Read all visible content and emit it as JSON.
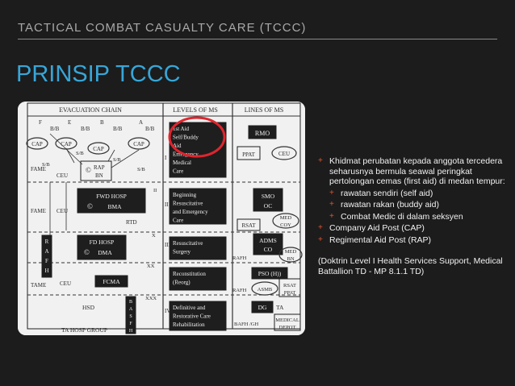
{
  "header": {
    "label": "TACTICAL COMBAT CASUALTY CARE (TCCC)"
  },
  "slide": {
    "title": "PRINSIP TCCC"
  },
  "figure": {
    "col_headers": [
      "EVACUATION CHAIN",
      "LEVELS OF MS",
      "LINES OF MS"
    ],
    "roman": [
      "I",
      "II",
      "III",
      "IV"
    ],
    "roman_right": [
      "II",
      "X",
      "XX",
      "XXX"
    ],
    "top_letters": [
      "F",
      "E",
      "B",
      "A"
    ],
    "bb": [
      "B/B",
      "B/B",
      "B/B",
      "B/B"
    ],
    "sb": [
      "S/B",
      "S/B",
      "S/B",
      "S/B"
    ],
    "cap": [
      "CAP",
      "CAP",
      "CAP",
      "CAP"
    ],
    "rap": [
      "RAP",
      "BN"
    ],
    "copy": "©",
    "fame": "FAME",
    "tame": "TAME",
    "ceu": "CEU",
    "rtd": "RTD",
    "fwd_hosp": [
      "FWD HOSP",
      "BMA"
    ],
    "fd_hosp": [
      "FD HOSP",
      "DMA"
    ],
    "rafh_v": [
      "R",
      "A",
      "F",
      "H"
    ],
    "fcma": "FCMA",
    "hsd": "HSD",
    "basfh_v": [
      "B",
      "A",
      "S",
      "F",
      "H"
    ],
    "ta_hosp_group": "TA HOSP GROUP",
    "levels": [
      [
        "1st Aid",
        "Self/Buddy",
        "Aid",
        "Emergency",
        "Medical",
        "Care"
      ],
      [
        "Beginning",
        "Resuscitative",
        "and Emergency",
        "Care"
      ],
      [
        "Resuscitative",
        "Surgery"
      ],
      [
        "Reconstitution",
        "(Reorg)"
      ],
      [
        "Definitive and",
        "Restorative Care",
        "Rehabilitation"
      ]
    ],
    "rmo": "RMO",
    "ppat": "PPAT",
    "ceu_r": "CEU",
    "smo": [
      "SMO",
      "OC"
    ],
    "rsat": "RSAT",
    "med_coy": [
      "MED",
      "COY"
    ],
    "adms": [
      "ADMS",
      "CO"
    ],
    "rafh": "RAFH",
    "med_bn": [
      "MED",
      "BN"
    ],
    "pso": "PSO (H))",
    "asmb": "ASMB",
    "rsat_ppat": [
      "RSAT",
      "PPAT"
    ],
    "dg": "DG",
    "ta": "TA",
    "bafh_gh": "BAFH /GH",
    "medical_depot": [
      "MEDICAL",
      "DEPOT"
    ]
  },
  "bullets": [
    {
      "text": "Khidmat perubatan kepada anggota tercedera seharusnya bermula seawal peringkat pertolongan cemas (first aid) di medan tempur:",
      "level": 1
    },
    {
      "text": "rawatan sendiri (self aid)",
      "level": 2
    },
    {
      "text": "rawatan rakan (buddy aid)",
      "level": 2
    },
    {
      "text": "Combat Medic di dalam seksyen",
      "level": 2
    },
    {
      "text": "Company Aid Post (CAP)",
      "level": 1
    },
    {
      "text": "Regimental Aid Post (RAP)",
      "level": 1
    }
  ],
  "bullet_marker": "+",
  "note": "(Doktrin Level I Health Services Support, Medical Battallion TD - MP 8.1.1 TD)",
  "colors": {
    "title": "#37a6d8",
    "marker": "#e0542e",
    "highlight_circle": "#e0252e"
  }
}
